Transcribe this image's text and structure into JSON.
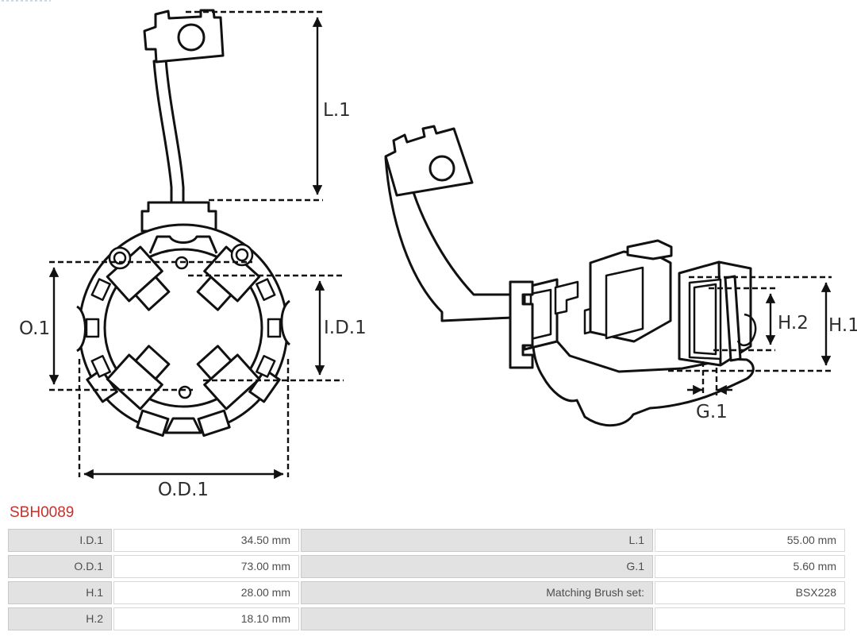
{
  "part_number": "SBH0089",
  "drawing": {
    "front_view_labels": {
      "l1": "L.1",
      "o1": "O.1",
      "id1": "I.D.1",
      "od1": "O.D.1"
    },
    "side_view_labels": {
      "h1": "H.1",
      "h2": "H.2",
      "g1": "G.1"
    }
  },
  "specs_table": {
    "rows": [
      {
        "c1": "I.D.1",
        "c2": "34.50 mm",
        "c3": "L.1",
        "c4": "55.00 mm"
      },
      {
        "c1": "O.D.1",
        "c2": "73.00 mm",
        "c3": "G.1",
        "c4": "5.60 mm"
      },
      {
        "c1": "H.1",
        "c2": "28.00 mm",
        "c3": "Matching Brush set:",
        "c4": "BSX228"
      },
      {
        "c1": "H.2",
        "c2": "18.10 mm",
        "c3": "",
        "c4": ""
      }
    ]
  },
  "colors": {
    "part_number": "#c5322d",
    "drawing_line": "#111111",
    "label_cell_bg": "#e2e2e2",
    "cell_border": "#c9c9c9",
    "table_text": "#4d4d4d"
  }
}
